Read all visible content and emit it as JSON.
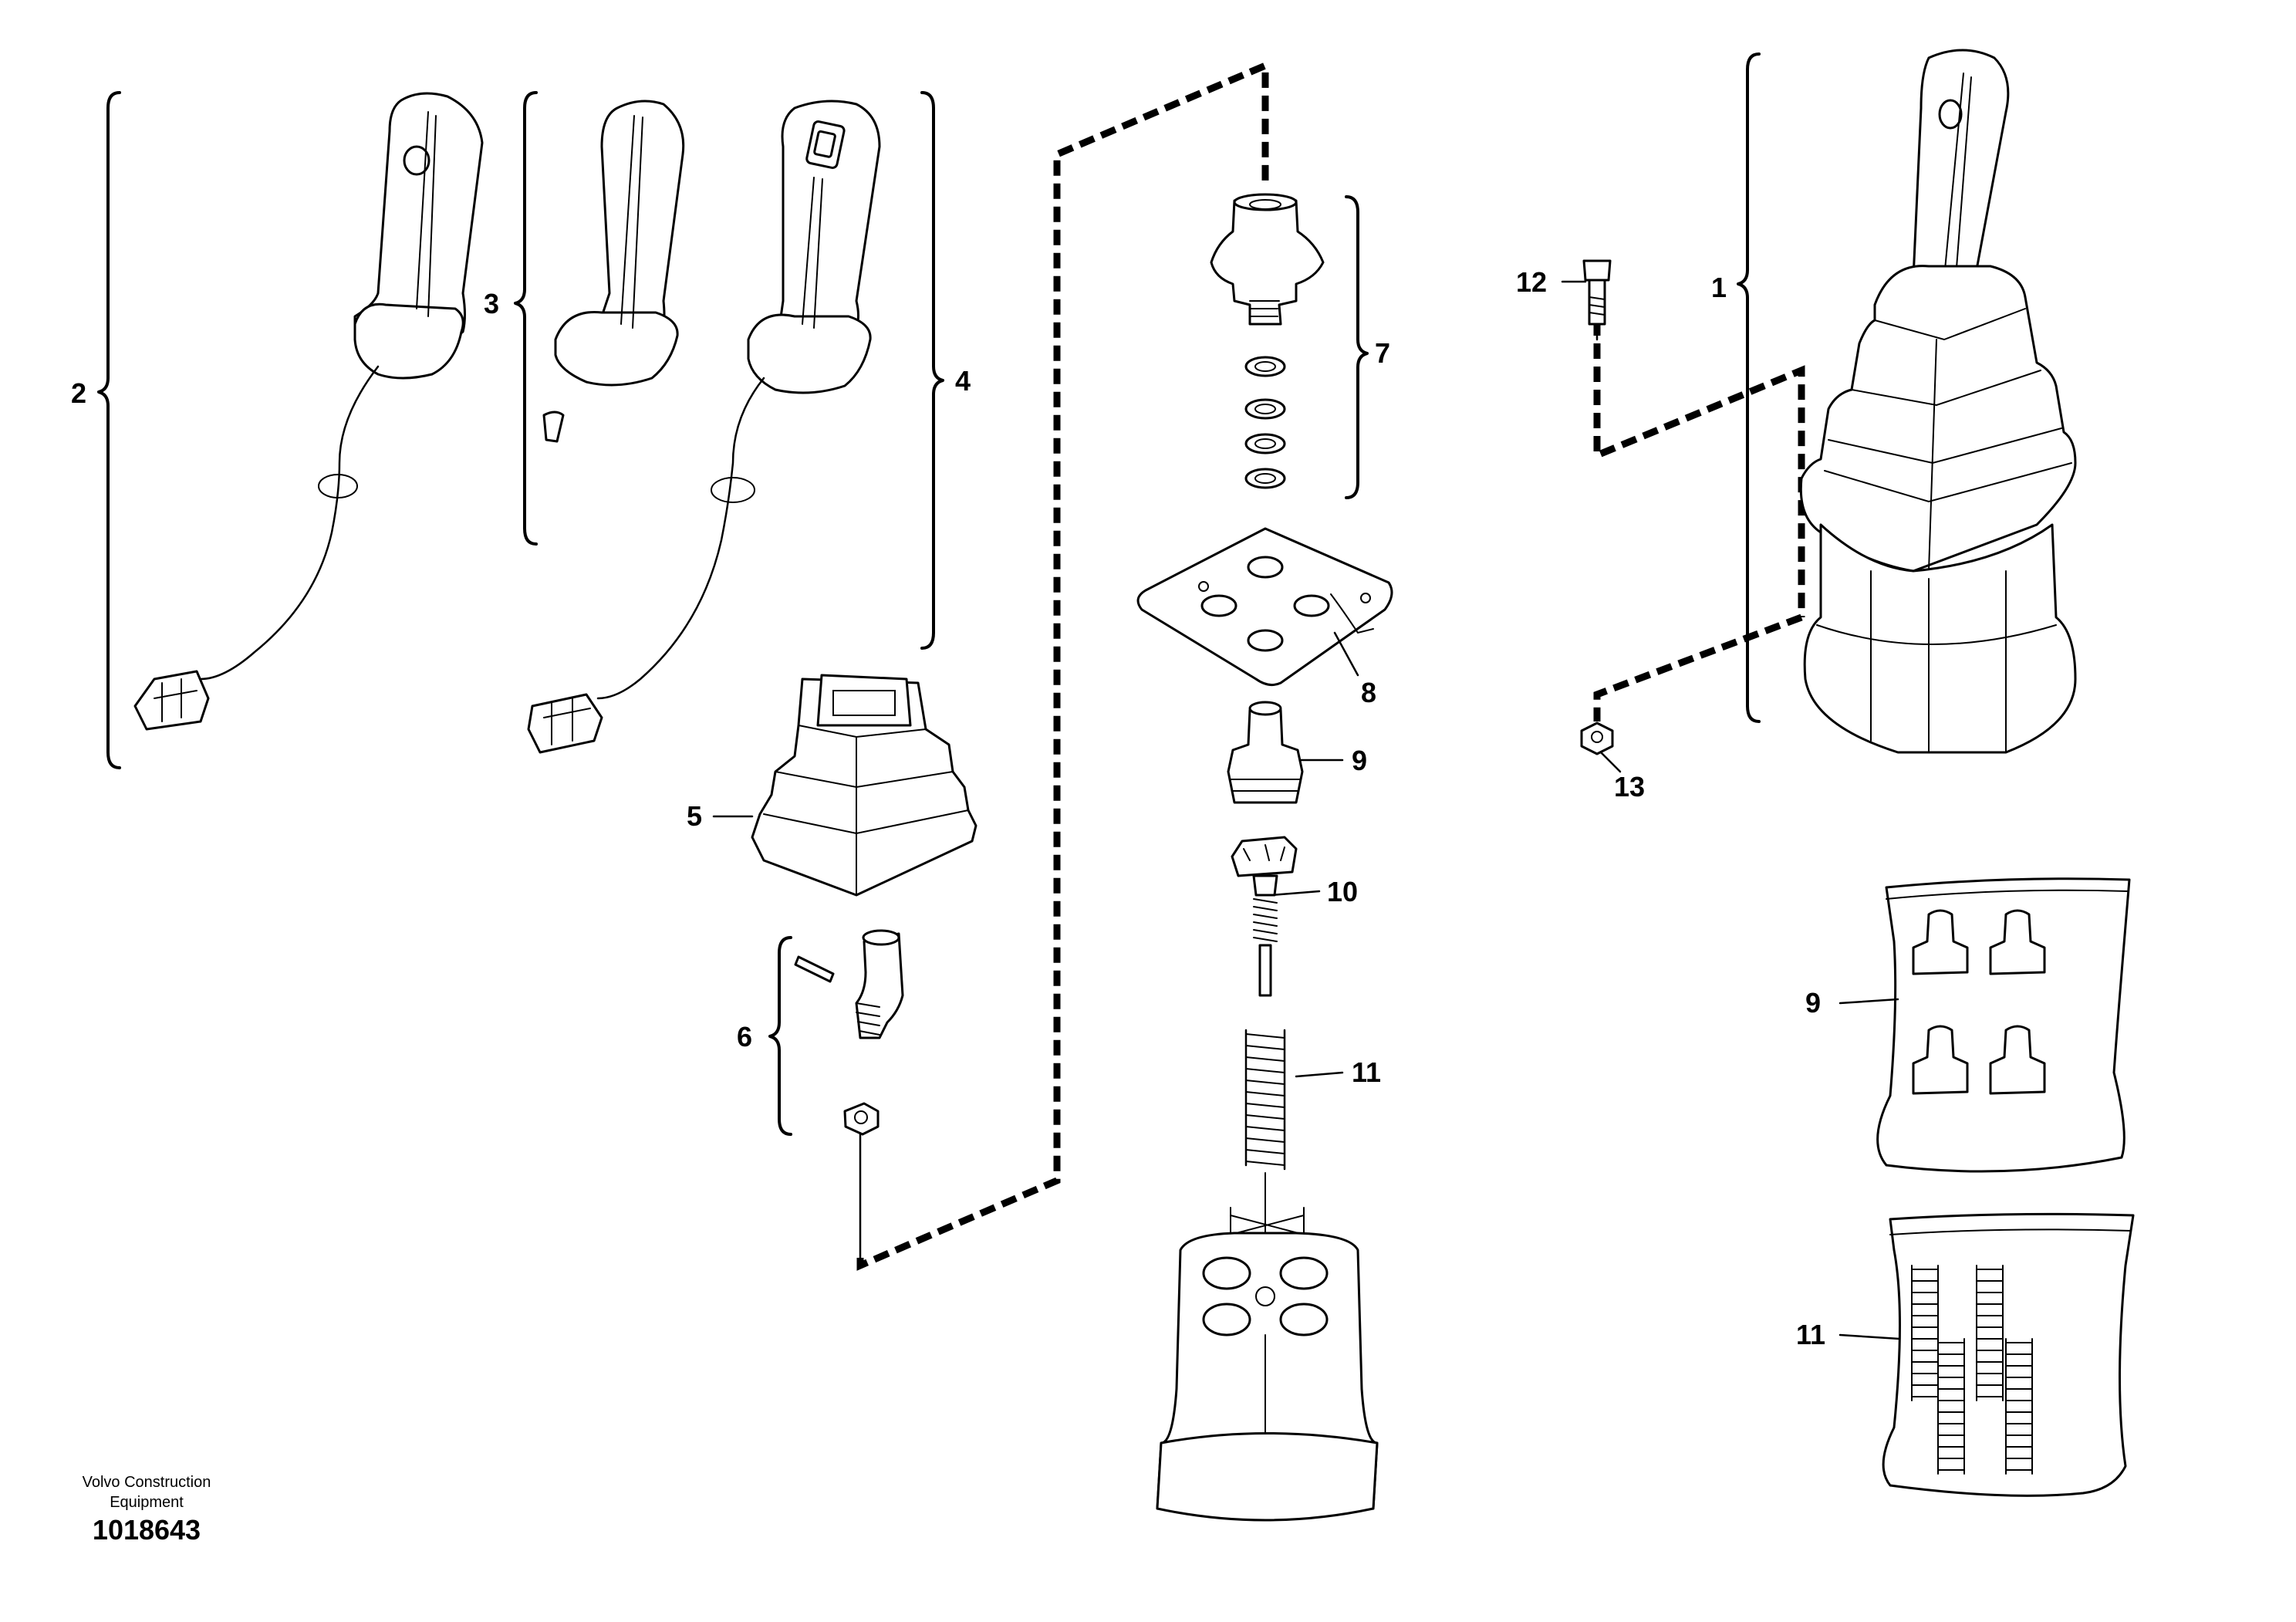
{
  "callouts": {
    "c1": "1",
    "c2": "2",
    "c3": "3",
    "c4": "4",
    "c5": "5",
    "c6": "6",
    "c7": "7",
    "c8": "8",
    "c9": "9",
    "c9b": "9",
    "c10": "10",
    "c11": "11",
    "c11b": "11",
    "c12": "12",
    "c13": "13"
  },
  "footer": {
    "brand_line1": "Volvo Construction",
    "brand_line2": "Equipment",
    "figure_number": "1018643"
  }
}
